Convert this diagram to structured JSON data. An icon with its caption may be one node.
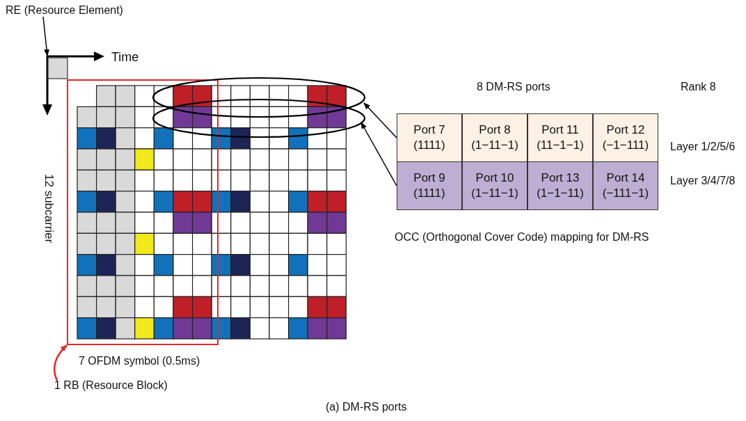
{
  "diagram": {
    "caption": "(a) DM-RS ports",
    "nodes": [
      {
        "text": [
          "RE (Resource Element)"
        ]
      },
      {
        "text": [],
        "shape": "box"
      },
      {
        "text": [],
        "shape": "box"
      },
      {
        "text": [],
        "shape": "ellipse"
      },
      {
        "text": [],
        "shape": "ellipse"
      },
      {
        "text": [
          "Port 7",
          "(1111)"
        ]
      },
      {
        "text": [
          "Port 8",
          "(1−11−1)"
        ]
      },
      {
        "text": [
          "Port 11",
          "(11−1−1)"
        ]
      },
      {
        "text": [
          "Port 12",
          "(−1−111)"
        ]
      },
      {
        "text": [
          "Port 9",
          "(1111)"
        ]
      },
      {
        "text": [
          "Port 10",
          "(1−11−1)"
        ]
      },
      {
        "text": [
          "Port 13",
          "(1−1−11)"
        ]
      },
      {
        "text": [
          "Port 14",
          "(−111−1)"
        ]
      },
      {
        "text": [
          "1 RB (Resource Block)"
        ]
      }
    ],
    "edges": [
      {
        "from": 0,
        "to": 1,
        "arrow": "to"
      },
      {
        "from": 13,
        "to": 2,
        "arrow": "to",
        "color": "#e8262b"
      },
      {
        "from": 5,
        "to": 3,
        "arrow": "to"
      },
      {
        "from": 9,
        "to": 4,
        "arrow": "to"
      }
    ],
    "labels": [
      "Time",
      "12 subcarrier",
      "8 DM-RS ports",
      "Rank 8",
      "Layer 1/2/5/6",
      "Layer 3/4/7/8",
      "OCC (Orthogonal Cover Code) mapping for DM-RS",
      "7 OFDM symbol (0.5ms)"
    ]
  }
}
